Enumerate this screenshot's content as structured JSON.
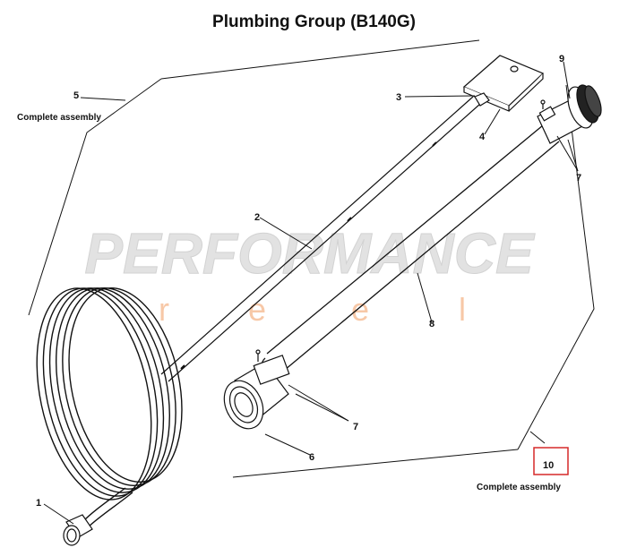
{
  "title": "Plumbing Group (B140G)",
  "watermark": {
    "word": "PERFORMANCE",
    "sub_letters": [
      "r",
      "e",
      "e",
      "l"
    ]
  },
  "callouts": [
    {
      "id": "1",
      "label": "1"
    },
    {
      "id": "2",
      "label": "2"
    },
    {
      "id": "3",
      "label": "3"
    },
    {
      "id": "4",
      "label": "4"
    },
    {
      "id": "5",
      "label": "5"
    },
    {
      "id": "6",
      "label": "6"
    },
    {
      "id": "7a",
      "label": "7"
    },
    {
      "id": "7b",
      "label": "7"
    },
    {
      "id": "8",
      "label": "8"
    },
    {
      "id": "9",
      "label": "9"
    },
    {
      "id": "10",
      "label": "10"
    }
  ],
  "assembly_notes": {
    "left": "Complete assembly",
    "right": "Complete assembly"
  },
  "colors": {
    "line": "#111111",
    "highlight_box": "#d62828",
    "watermark_gray": "#cfcfcf",
    "watermark_orange": "#f4b183"
  }
}
